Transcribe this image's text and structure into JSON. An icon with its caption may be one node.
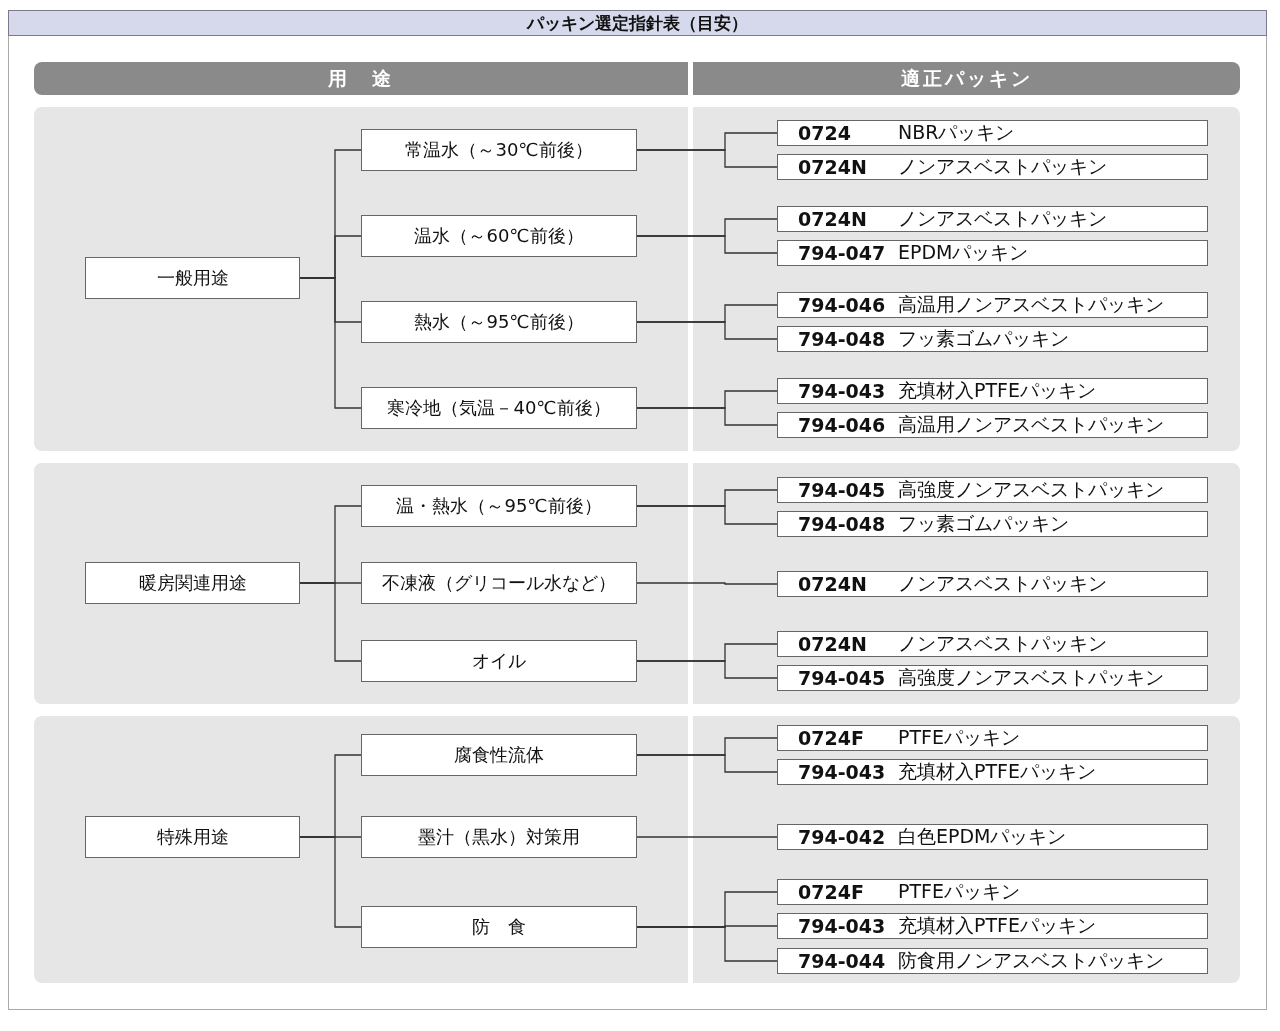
{
  "diagram": {
    "title": "パッキン選定指針表（目安）",
    "nodes": [
      {
        "text": [
          "用　途"
        ]
      },
      {
        "text": [
          "適正パッキン"
        ]
      },
      {
        "text": [
          "一般用途"
        ]
      },
      {
        "text": [
          "常温水（～30℃前後）"
        ]
      },
      {
        "text": [
          "0724",
          "NBRパッキン"
        ]
      },
      {
        "text": [
          "0724N",
          "ノンアスベストパッキン"
        ]
      },
      {
        "text": [
          "温水（～60℃前後）"
        ]
      },
      {
        "text": [
          "0724N",
          "ノンアスベストパッキン"
        ]
      },
      {
        "text": [
          "794-047",
          "EPDMパッキン"
        ]
      },
      {
        "text": [
          "熱水（～95℃前後）"
        ]
      },
      {
        "text": [
          "794-046",
          "高温用ノンアスベストパッキン"
        ]
      },
      {
        "text": [
          "794-048",
          "フッ素ゴムパッキン"
        ]
      },
      {
        "text": [
          "寒冷地（気温－40℃前後）"
        ]
      },
      {
        "text": [
          "794-043",
          "充填材入PTFEパッキン"
        ]
      },
      {
        "text": [
          "794-046",
          "高温用ノンアスベストパッキン"
        ]
      },
      {
        "text": [
          "暖房関連用途"
        ]
      },
      {
        "text": [
          "温・熱水（～95℃前後）"
        ]
      },
      {
        "text": [
          "794-045",
          "高強度ノンアスベストパッキン"
        ]
      },
      {
        "text": [
          "794-048",
          "フッ素ゴムパッキン"
        ]
      },
      {
        "text": [
          "不凍液（グリコール水など）"
        ]
      },
      {
        "text": [
          "0724N",
          "ノンアスベストパッキン"
        ]
      },
      {
        "text": [
          "オイル"
        ]
      },
      {
        "text": [
          "0724N",
          "ノンアスベストパッキン"
        ]
      },
      {
        "text": [
          "794-045",
          "高強度ノンアスベストパッキン"
        ]
      },
      {
        "text": [
          "特殊用途"
        ]
      },
      {
        "text": [
          "腐食性流体"
        ]
      },
      {
        "text": [
          "0724F",
          "PTFEパッキン"
        ]
      },
      {
        "text": [
          "794-043",
          "充填材入PTFEパッキン"
        ]
      },
      {
        "text": [
          "墨汁（黒水）対策用"
        ]
      },
      {
        "text": [
          "794-042",
          "白色EPDMパッキン"
        ]
      },
      {
        "text": [
          "防　食"
        ]
      },
      {
        "text": [
          "0724F",
          "PTFEパッキン"
        ]
      },
      {
        "text": [
          "794-043",
          "充填材入PTFEパッキン"
        ]
      },
      {
        "text": [
          "794-044",
          "防食用ノンアスベストパッキン"
        ]
      }
    ],
    "edges": [
      {
        "from": 2,
        "to": 3,
        "arrow": "none"
      },
      {
        "from": 2,
        "to": 6,
        "arrow": "none"
      },
      {
        "from": 2,
        "to": 9,
        "arrow": "none"
      },
      {
        "from": 2,
        "to": 12,
        "arrow": "none"
      },
      {
        "from": 3,
        "to": 4,
        "arrow": "none"
      },
      {
        "from": 3,
        "to": 5,
        "arrow": "none"
      },
      {
        "from": 6,
        "to": 7,
        "arrow": "none"
      },
      {
        "from": 6,
        "to": 8,
        "arrow": "none"
      },
      {
        "from": 9,
        "to": 10,
        "arrow": "none"
      },
      {
        "from": 9,
        "to": 11,
        "arrow": "none"
      },
      {
        "from": 12,
        "to": 13,
        "arrow": "none"
      },
      {
        "from": 12,
        "to": 14,
        "arrow": "none"
      },
      {
        "from": 15,
        "to": 16,
        "arrow": "none"
      },
      {
        "from": 15,
        "to": 19,
        "arrow": "none"
      },
      {
        "from": 15,
        "to": 21,
        "arrow": "none"
      },
      {
        "from": 16,
        "to": 17,
        "arrow": "none"
      },
      {
        "from": 16,
        "to": 18,
        "arrow": "none"
      },
      {
        "from": 19,
        "to": 20,
        "arrow": "none"
      },
      {
        "from": 21,
        "to": 22,
        "arrow": "none"
      },
      {
        "from": 21,
        "to": 23,
        "arrow": "none"
      },
      {
        "from": 24,
        "to": 25,
        "arrow": "none"
      },
      {
        "from": 24,
        "to": 28,
        "arrow": "none"
      },
      {
        "from": 24,
        "to": 30,
        "arrow": "none"
      },
      {
        "from": 25,
        "to": 26,
        "arrow": "none"
      },
      {
        "from": 25,
        "to": 27,
        "arrow": "none"
      },
      {
        "from": 28,
        "to": 29,
        "arrow": "none"
      },
      {
        "from": 30,
        "to": 31,
        "arrow": "none"
      },
      {
        "from": 30,
        "to": 32,
        "arrow": "none"
      },
      {
        "from": 30,
        "to": 33,
        "arrow": "none"
      }
    ]
  }
}
